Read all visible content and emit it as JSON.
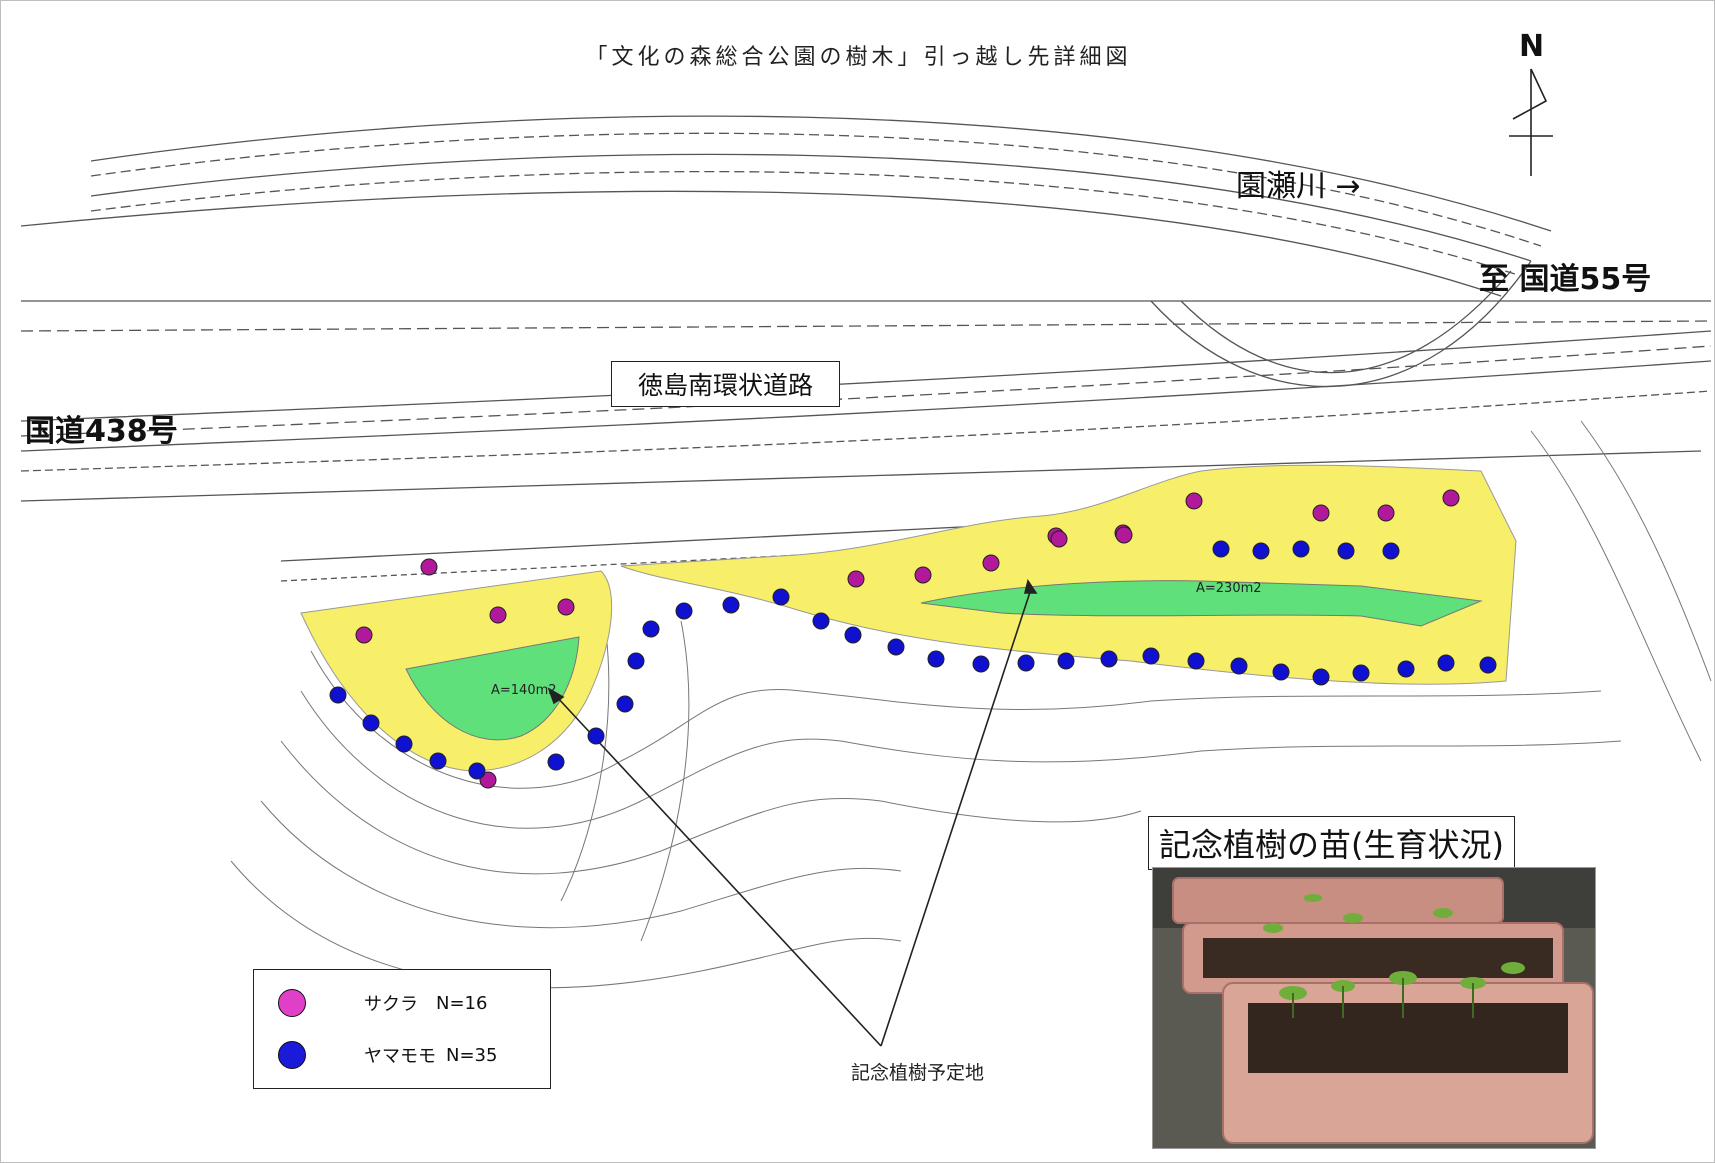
{
  "title": "「文化の森総合公園の樹木」引っ越し先詳細図",
  "compass": {
    "label": "N"
  },
  "labels": {
    "river": "園瀬川 →",
    "route55": "至 国道55号",
    "route438": "国道438号",
    "road_name": "徳島南環状道路",
    "planting_site": "記念植樹予定地"
  },
  "areas": {
    "west": "A=140m2",
    "east": "A=230m2"
  },
  "legend": {
    "items": [
      {
        "name": "サクラ",
        "count": "N=16",
        "color": "#e040c8"
      },
      {
        "name": "ヤマモモ",
        "count": "N=35",
        "color": "#1a1ad8"
      }
    ]
  },
  "photo": {
    "caption": "記念植樹の苗(生育状況)"
  },
  "map_colors": {
    "embankment": "#f7ef6a",
    "green_zone": "#5fe07a",
    "sakura": "#b2189a",
    "yamamomo": "#1010d0"
  }
}
